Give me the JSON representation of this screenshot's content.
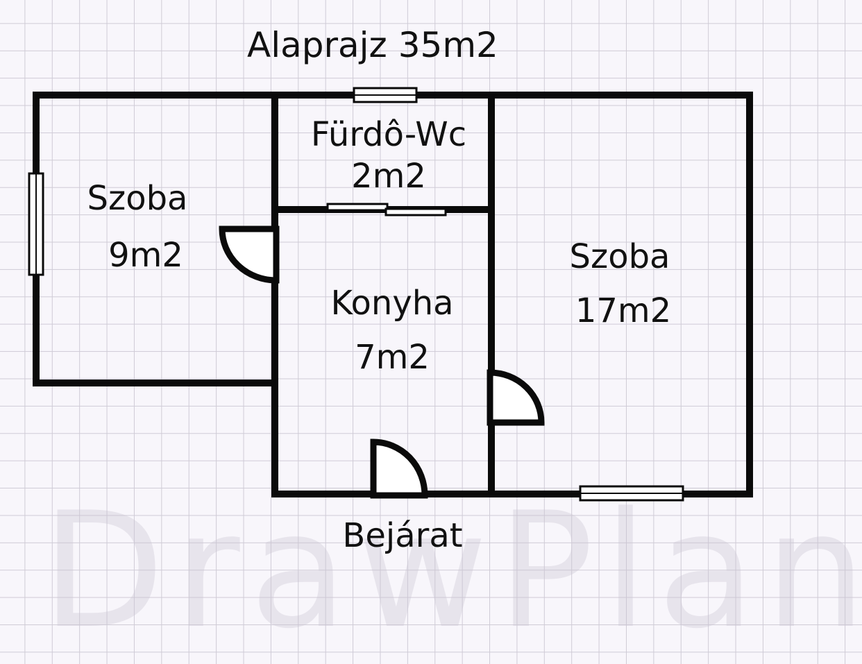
{
  "plan": {
    "title": "Alaprajz 35m2",
    "entrance_label": "Bejárat",
    "watermark": "DrawPlan",
    "rooms": [
      {
        "id": "szoba-small",
        "name": "Szoba",
        "area": "9m2"
      },
      {
        "id": "furdo",
        "name": "Fürdô-Wc",
        "area": "2m2"
      },
      {
        "id": "konyha",
        "name": "Konyha",
        "area": "7m2"
      },
      {
        "id": "szoba-large",
        "name": "Szoba",
        "area": "17m2"
      }
    ]
  },
  "colors": {
    "wall": "#0a0a0a",
    "grid": "#cfcbd6",
    "background": "#f8f6fb",
    "text": "#111111"
  }
}
